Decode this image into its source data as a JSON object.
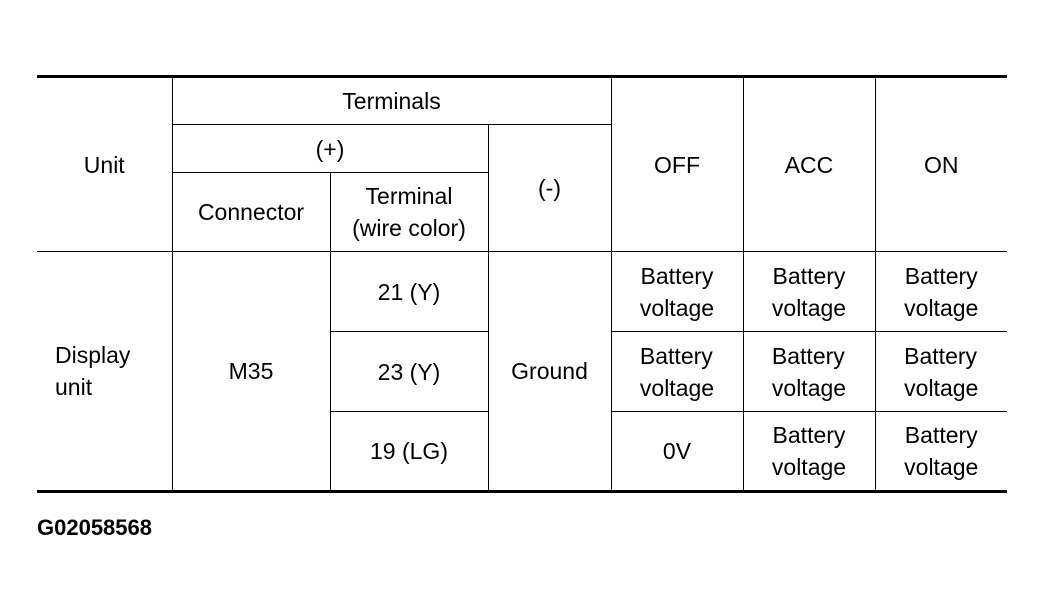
{
  "table": {
    "headers": {
      "unit": "Unit",
      "terminals": "Terminals",
      "plus": "(+)",
      "minus": "(-)",
      "connector": "Connector",
      "terminal_line1": "Terminal",
      "terminal_line2": "(wire color)",
      "off": "OFF",
      "acc": "ACC",
      "on": "ON"
    },
    "unit_line1": "Display",
    "unit_line2": "unit",
    "connector": "M35",
    "minus_value": "Ground",
    "rows": [
      {
        "terminal": "21 (Y)",
        "off": [
          "Battery",
          "voltage"
        ],
        "acc": [
          "Battery",
          "voltage"
        ],
        "on": [
          "Battery",
          "voltage"
        ]
      },
      {
        "terminal": "23 (Y)",
        "off": [
          "Battery",
          "voltage"
        ],
        "acc": [
          "Battery",
          "voltage"
        ],
        "on": [
          "Battery",
          "voltage"
        ]
      },
      {
        "terminal": "19 (LG)",
        "off": [
          "0V"
        ],
        "acc": [
          "Battery",
          "voltage"
        ],
        "on": [
          "Battery",
          "voltage"
        ]
      }
    ]
  },
  "figure_code": "G02058568"
}
